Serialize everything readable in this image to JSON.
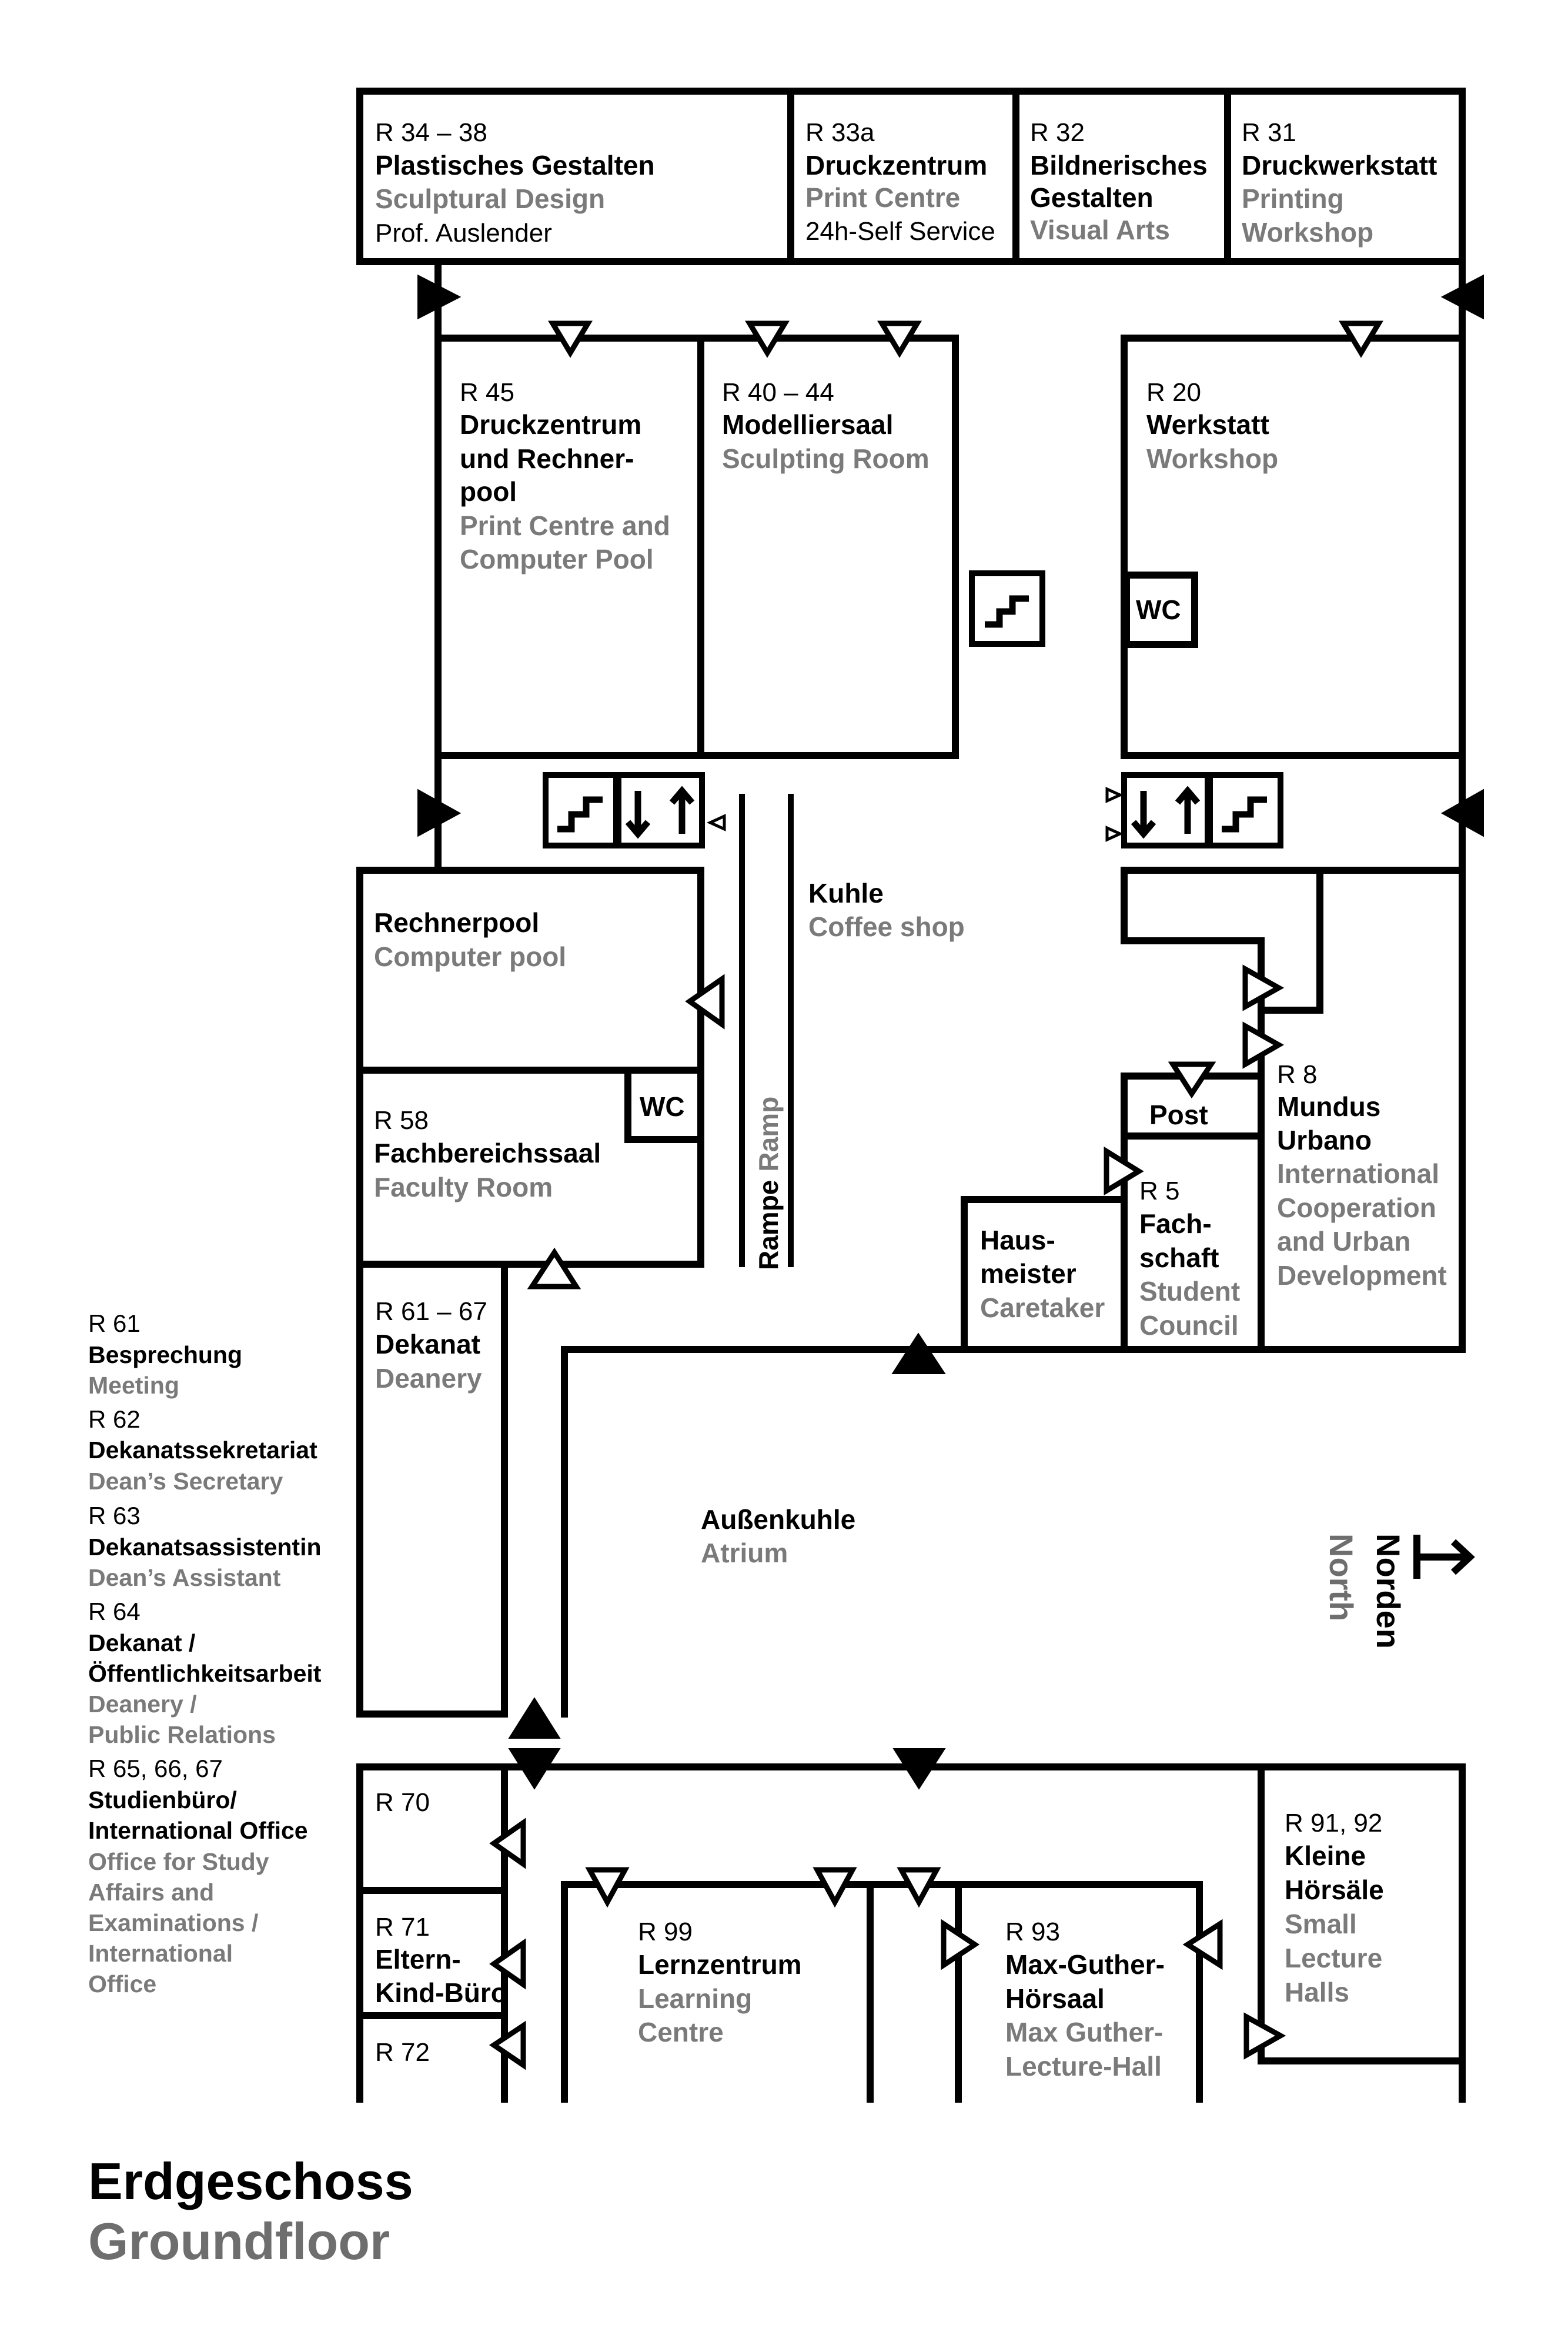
{
  "floor": {
    "title_de": "Erdgeschoss",
    "title_en": "Groundfloor"
  },
  "compass": {
    "de": "Norden",
    "en": "North"
  },
  "rooms": {
    "r34": {
      "num": "R 34 – 38",
      "de": "Plastisches Gestalten",
      "en": "Sculptural Design",
      "extra": "Prof. Auslender"
    },
    "r33a": {
      "num": "R 33a",
      "de": "Druckzentrum",
      "en": "Print Centre",
      "extra": "24h-Self Service"
    },
    "r32": {
      "num": "R 32",
      "de1": "Bildnerisches",
      "de2": "Gestalten",
      "en": "Visual Arts"
    },
    "r31": {
      "num": "R 31",
      "de": "Druckwerkstatt",
      "en1": "Printing",
      "en2": "Workshop"
    },
    "r45": {
      "num": "R 45",
      "de1": "Druckzentrum",
      "de2": "und Rechner-",
      "de3": "pool",
      "en1": "Print Centre and",
      "en2": "Computer Pool"
    },
    "r40": {
      "num": "R 40 – 44",
      "de": "Modelliersaal",
      "en": "Sculpting Room"
    },
    "r20": {
      "num": "R 20",
      "de": "Werkstatt",
      "en": "Workshop"
    },
    "kuhle": {
      "de": "Kuhle",
      "en": "Coffee shop"
    },
    "rechnerpool": {
      "de": "Rechnerpool",
      "en": "Computer pool"
    },
    "r58": {
      "num": "R 58",
      "de": "Fachbereichssaal",
      "en": "Faculty Room"
    },
    "ramp": {
      "de": "Rampe",
      "en": "Ramp"
    },
    "r8": {
      "num": "R 8",
      "de1": "Mundus",
      "de2": "Urbano",
      "en1": "International",
      "en2": "Cooperation",
      "en3": "and Urban",
      "en4": "Development"
    },
    "post": {
      "label": "Post"
    },
    "r5": {
      "num": "R 5",
      "de1": "Fach-",
      "de2": "schaft",
      "en1": "Student",
      "en2": "Council"
    },
    "hausmeister": {
      "de1": "Haus-",
      "de2": "meister",
      "en": "Caretaker"
    },
    "r61": {
      "num": "R 61 – 67",
      "de": "Dekanat",
      "en": "Deanery"
    },
    "atrium": {
      "de": "Außenkuhle",
      "en": "Atrium"
    },
    "r70": {
      "num": "R 70"
    },
    "r71": {
      "num": "R 71",
      "de1": "Eltern-",
      "de2": "Kind-Büro"
    },
    "r72": {
      "num": "R 72"
    },
    "r99": {
      "num": "R 99",
      "de": "Lernzentrum",
      "en1": "Learning",
      "en2": "Centre"
    },
    "r93": {
      "num": "R 93",
      "de1": "Max-Guther-",
      "de2": "Hörsaal",
      "en1": "Max Guther-",
      "en2": "Lecture-Hall"
    },
    "r91": {
      "num": "R 91, 92",
      "de1": "Kleine",
      "de2": "Hörsäle",
      "en1": "Small",
      "en2": "Lecture",
      "en3": "Halls"
    }
  },
  "wc_label": "WC",
  "deanery_list": [
    {
      "num": "R 61",
      "de": "Besprechung",
      "en": "Meeting"
    },
    {
      "num": "R 62",
      "de": "Dekanatssekretariat",
      "en": "Dean’s Secretary"
    },
    {
      "num": "R 63",
      "de": "Dekanatsassistentin",
      "en": "Dean’s Assistant"
    },
    {
      "num": "R 64",
      "de1": "Dekanat /",
      "de2": "Öffentlichkeitsarbeit",
      "en1": "Deanery /",
      "en2": "Public Relations"
    },
    {
      "num": "R 65, 66, 67",
      "de1": "Studienbüro/",
      "de2": "International Office",
      "en1": "Office for Study",
      "en2": "Affairs and",
      "en3": "Examinations /",
      "en4": "International",
      "en5": "Office"
    }
  ]
}
